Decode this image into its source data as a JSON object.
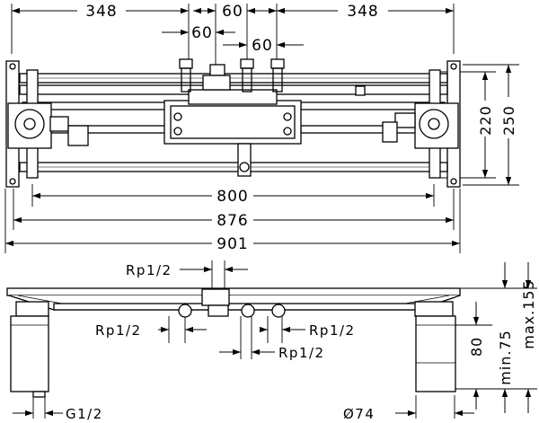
{
  "top_view": {
    "dimensions": {
      "left_half": "348",
      "center_top": "60",
      "right_half": "348",
      "outlet_left": "60",
      "outlet_right": "60",
      "height_inner": "220",
      "height_outer": "250",
      "length_inner": "800",
      "length_mid": "876",
      "length_total": "901"
    }
  },
  "side_view": {
    "labels": {
      "rp_top": "Rp1/2",
      "rp_left": "Rp1/2",
      "rp_right": "Rp1/2",
      "rp_bottom": "Rp1/2",
      "g_thread": "G1/2",
      "diameter": "Ø74",
      "foot_height": "80",
      "min_height": "min.75",
      "max_height": "max.155"
    }
  }
}
